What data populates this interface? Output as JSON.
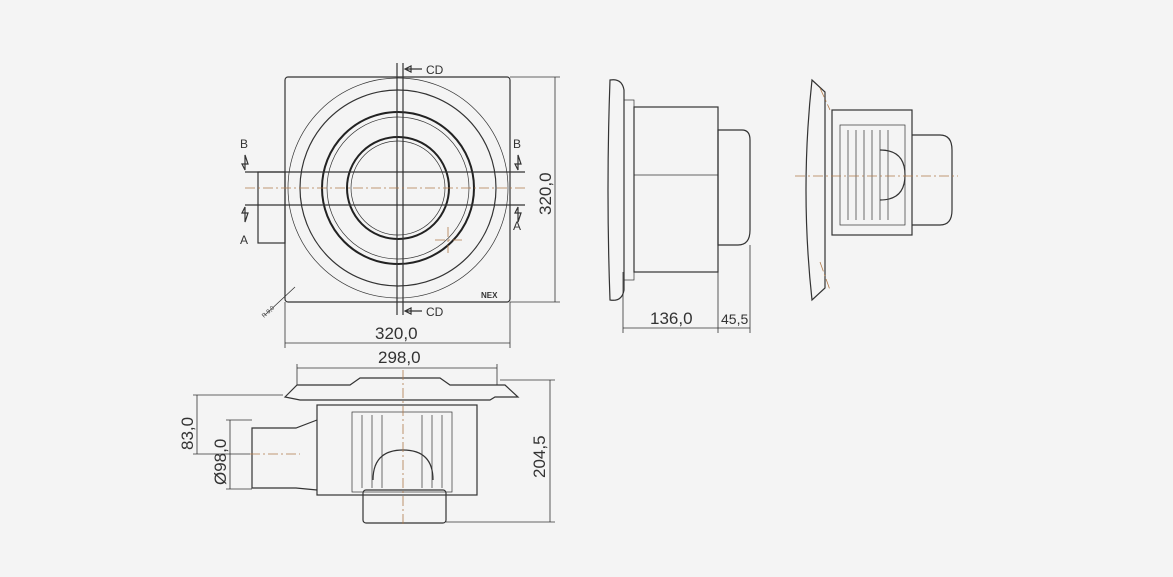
{
  "front_view": {
    "section_cd_top": "CD",
    "section_cd_bottom": "CD",
    "section_b_left": "B",
    "section_b_right": "B",
    "section_a_left": "A",
    "section_a_right": "A",
    "height_dim": "320,0",
    "width_dim": "320,0",
    "radius_label": "R 9,0",
    "logo": "NEX"
  },
  "side_view": {
    "depth_dim": "136,0",
    "cap_dim": "45,5"
  },
  "bottom_view": {
    "flange_dim": "298,0",
    "total_height_dim": "204,5",
    "duct_offset_dim": "83,0",
    "duct_diameter_dim": "Ø98,0"
  },
  "colors": {
    "line": "#333333",
    "centerline": "#b07a4a",
    "background": "#f4f4f4"
  }
}
